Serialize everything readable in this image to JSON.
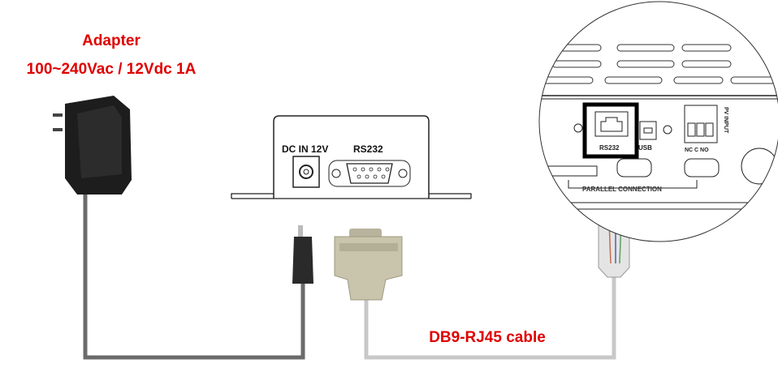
{
  "adapter": {
    "title": "Adapter",
    "spec": "100~240Vac / 12Vdc 1A"
  },
  "device": {
    "dc_label": "DC IN 12V",
    "rs232_label": "RS232"
  },
  "inverter": {
    "rs232_label": "RS232",
    "usb_label": "USB",
    "relay_label": "NC C NO",
    "pv_label": "PV INPUT",
    "parallel_label": "PARALLEL CONNECTION"
  },
  "cable": {
    "label": "DB9-RJ45 cable"
  },
  "colors": {
    "label": "#e00000",
    "power_cable": "#6b6b6b",
    "data_cable": "#c8c8c8"
  }
}
